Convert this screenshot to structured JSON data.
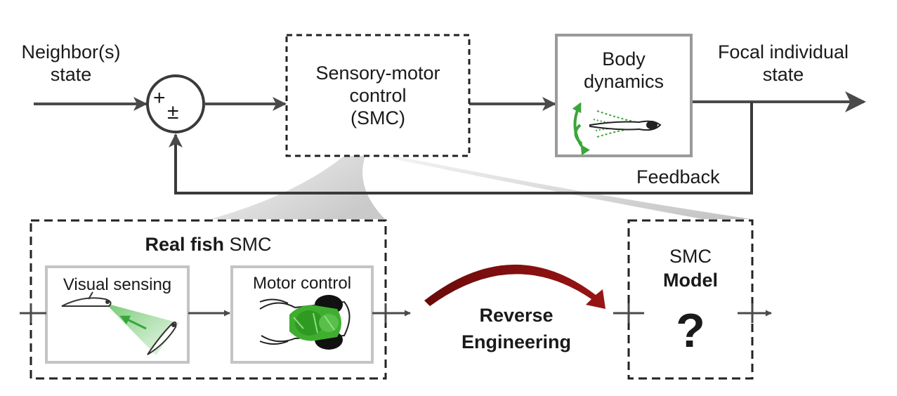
{
  "labels": {
    "neighbor_line1": "Neighbor(s)",
    "neighbor_line2": "state",
    "sum_plus": "+",
    "sum_pm": "±",
    "smc_line1": "Sensory-motor",
    "smc_line2": "control",
    "smc_line3": "(SMC)",
    "body_line1": "Body",
    "body_line2": "dynamics",
    "focal_line1": "Focal individual",
    "focal_line2": "state",
    "feedback": "Feedback",
    "realfish_bold": "Real fish",
    "realfish_rest": " SMC",
    "visual_sensing": "Visual sensing",
    "motor_control": "Motor control",
    "reverse_line1": "Reverse",
    "reverse_line2": "Engineering",
    "model_line1": "SMC",
    "model_line2": "Model",
    "model_unknown": "?"
  },
  "colors": {
    "line": "#4a4a4a",
    "box_border": "#9a9a9a",
    "dashed": "#222222",
    "accent_green": "#3aa63a",
    "brain_green": "#3fae2f",
    "arrow_red": "#8b0d0d"
  }
}
